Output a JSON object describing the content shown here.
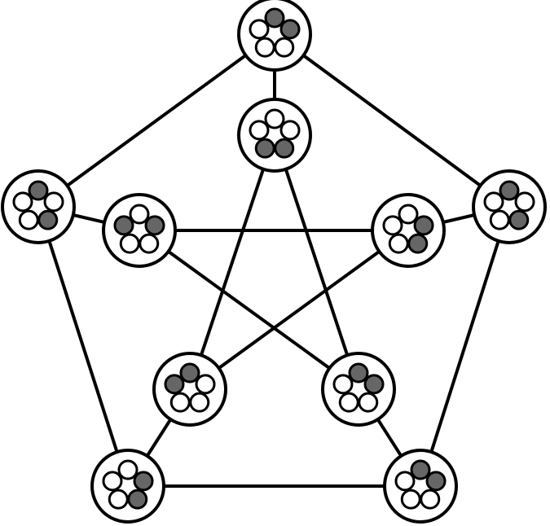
{
  "diagram": {
    "type": "petersen-graph",
    "slots_per_node": 5,
    "colors": {
      "filled": "#666666",
      "empty": "#ffffff",
      "stroke": "#000000"
    },
    "nodes": [
      {
        "id": "outer-1",
        "ring": "outer",
        "filled_slots": [
          0,
          1
        ]
      },
      {
        "id": "outer-2",
        "ring": "outer",
        "filled_slots": [
          0,
          2
        ]
      },
      {
        "id": "outer-3",
        "ring": "outer",
        "filled_slots": [
          0,
          1
        ]
      },
      {
        "id": "outer-4",
        "ring": "outer",
        "filled_slots": [
          1,
          2
        ]
      },
      {
        "id": "outer-5",
        "ring": "outer",
        "filled_slots": [
          0,
          2
        ]
      },
      {
        "id": "inner-1",
        "ring": "inner",
        "filled_slots": [
          2,
          3
        ]
      },
      {
        "id": "inner-2",
        "ring": "inner",
        "filled_slots": [
          1,
          2
        ]
      },
      {
        "id": "inner-3",
        "ring": "inner",
        "filled_slots": [
          0,
          1
        ]
      },
      {
        "id": "inner-4",
        "ring": "inner",
        "filled_slots": [
          0,
          4
        ]
      },
      {
        "id": "inner-5",
        "ring": "inner",
        "filled_slots": [
          4,
          1
        ]
      }
    ],
    "edges": [
      [
        "outer-1",
        "outer-2"
      ],
      [
        "outer-2",
        "outer-3"
      ],
      [
        "outer-3",
        "outer-4"
      ],
      [
        "outer-4",
        "outer-5"
      ],
      [
        "outer-5",
        "outer-1"
      ],
      [
        "outer-1",
        "inner-1"
      ],
      [
        "outer-2",
        "inner-2"
      ],
      [
        "outer-3",
        "inner-3"
      ],
      [
        "outer-4",
        "inner-4"
      ],
      [
        "outer-5",
        "inner-5"
      ],
      [
        "inner-1",
        "inner-3"
      ],
      [
        "inner-3",
        "inner-5"
      ],
      [
        "inner-5",
        "inner-2"
      ],
      [
        "inner-2",
        "inner-4"
      ],
      [
        "inner-4",
        "inner-1"
      ]
    ]
  }
}
